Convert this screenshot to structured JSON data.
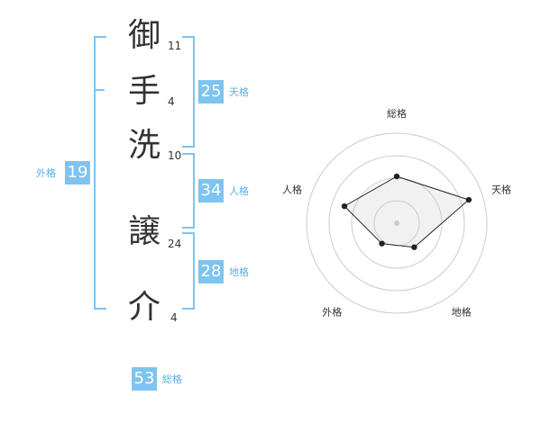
{
  "name_chars": [
    {
      "char": "御",
      "strokes": "11"
    },
    {
      "char": "手",
      "strokes": "4"
    },
    {
      "char": "洗",
      "strokes": "10"
    },
    {
      "char": "譲",
      "strokes": "24"
    },
    {
      "char": "介",
      "strokes": "4"
    }
  ],
  "scores": {
    "tenkaku": {
      "label": "天格",
      "value": "25"
    },
    "jinkaku": {
      "label": "人格",
      "value": "34"
    },
    "chikaku": {
      "label": "地格",
      "value": "28"
    },
    "gaikaku": {
      "label": "外格",
      "value": "19"
    },
    "soukaku": {
      "label": "総格",
      "value": "53"
    }
  },
  "colors": {
    "accent": "#7dc4f0",
    "label": "#5aaee6",
    "text": "#333333"
  },
  "chart_data": {
    "type": "radar",
    "axes": [
      "総格",
      "天格",
      "地格",
      "外格",
      "人格"
    ],
    "values": [
      0.52,
      0.84,
      0.33,
      0.28,
      0.61
    ],
    "rings": 4,
    "max": 1
  }
}
